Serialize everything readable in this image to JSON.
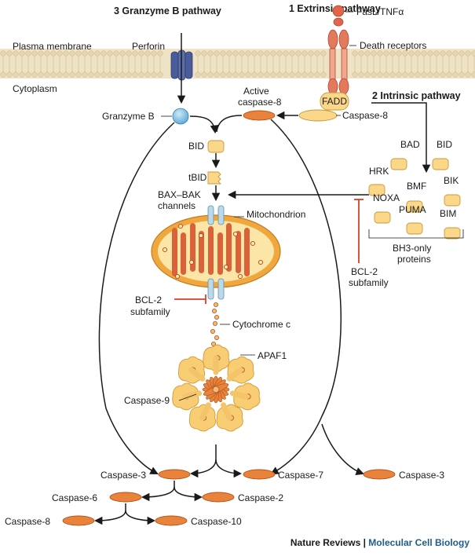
{
  "pathways": {
    "granzyme": "3  Granzyme B pathway",
    "extrinsic": "1  Extrinsic pathway",
    "intrinsic": "2  Intrinsic pathway"
  },
  "membrane": {
    "plasma": "Plasma membrane",
    "cytoplasm": "Cytoplasm"
  },
  "labels": {
    "perforin": "Perforin",
    "fasl": "FasL/TNFα",
    "death_receptors": "Death receptors",
    "fadd": "FADD",
    "caspase8": "Caspase-8",
    "active1": "Active",
    "active2": "caspase-8",
    "granzyme_b": "Granzyme B",
    "bid": "BID",
    "tbid": "tBID",
    "baxbak1": "BAX–BAK",
    "baxbak2": "channels",
    "mitochondrion": "Mitochondrion",
    "bcl2_left1": "BCL-2",
    "bcl2_left2": "subfamily",
    "bcl2_right1": "BCL-2",
    "bcl2_right2": "subfamily",
    "cytochrome": "Cytochrome c",
    "apaf1": "APAF1",
    "caspase9": "Caspase-9"
  },
  "bh3": {
    "proteins": [
      "BAD",
      "BID",
      "HRK",
      "BMF",
      "BIK",
      "NOXA",
      "PUMA",
      "BIM"
    ],
    "caption1": "BH3-only",
    "caption2": "proteins"
  },
  "caspases": {
    "c3_left": "Caspase-3",
    "c7": "Caspase-7",
    "c3_right": "Caspase-3",
    "c6": "Caspase-6",
    "c2": "Caspase-2",
    "c8": "Caspase-8",
    "c10": "Caspase-10"
  },
  "footer": {
    "journal": "Nature Reviews",
    "sep": " | ",
    "title": "Molecular Cell Biology"
  },
  "colors": {
    "caspase_orange": "#e9823a",
    "pill_yellow": "#fbd78a",
    "membrane_tan": "#e6d6b2",
    "perforin_blue": "#4a5d9a",
    "channel_blue": "#bcd9ea",
    "mito_outer": "#f0a83e",
    "mito_inner": "#fbe6a8",
    "crista_red": "#d9623a",
    "inhibit_red": "#d8402a",
    "receptor_red": "#e0654a"
  }
}
